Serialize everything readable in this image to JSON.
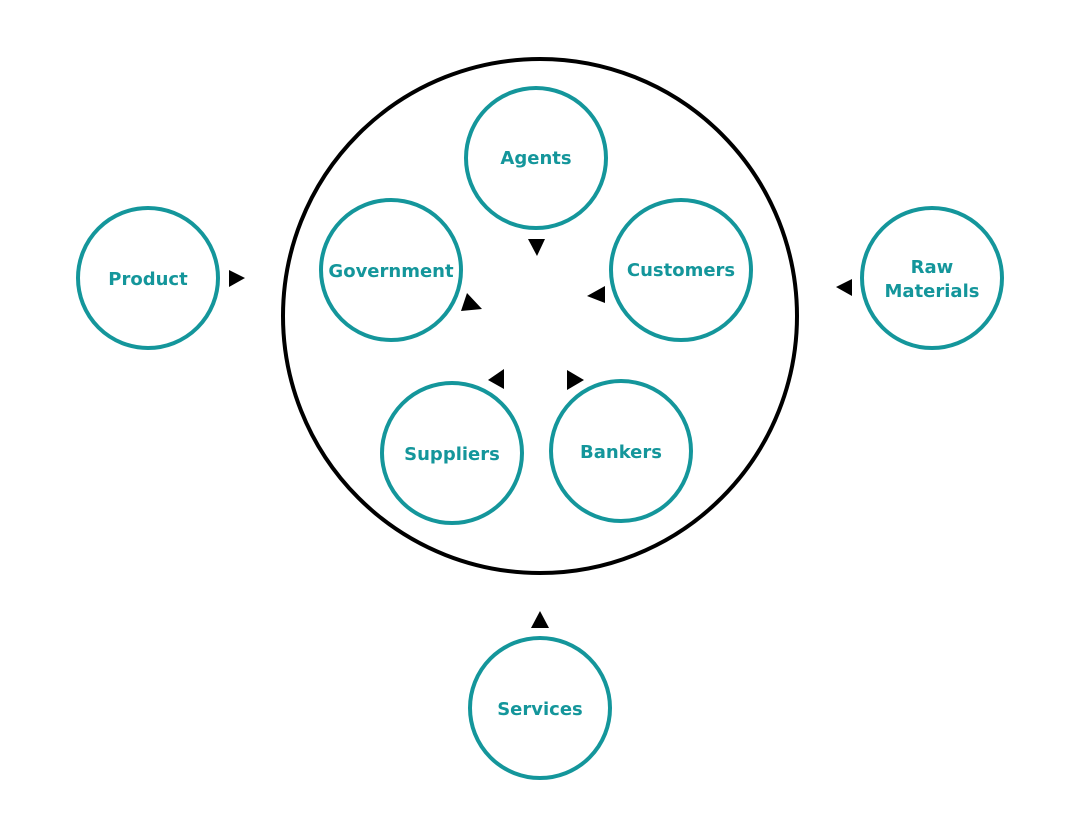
{
  "colors": {
    "node_stroke": "#14969b",
    "node_text": "#14969b",
    "outer_ring": "#000000",
    "arrow": "#000000",
    "background": "#ffffff"
  },
  "inner_nodes": {
    "agents": "Agents",
    "government": "Government",
    "customers": "Customers",
    "suppliers": "Suppliers",
    "bankers": "Bankers"
  },
  "outer_nodes": {
    "product": "Product",
    "raw_materials_line1": "Raw",
    "raw_materials_line2": "Materials",
    "services": "Services"
  }
}
